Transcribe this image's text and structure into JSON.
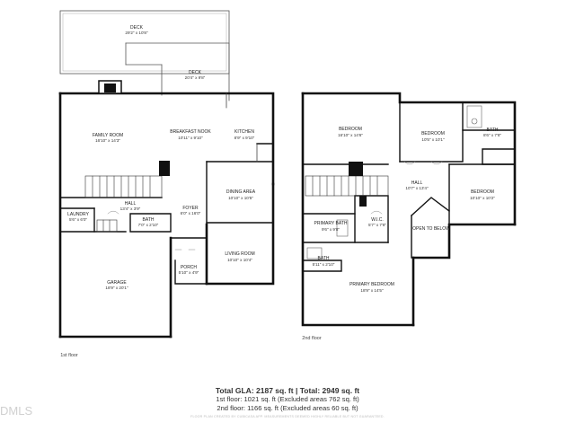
{
  "floor1": {
    "label": "1st floor",
    "rooms": {
      "deck_top": {
        "name": "DECK",
        "dims": "29'2\" x 10'8\""
      },
      "deck_mid": {
        "name": "DECK",
        "dims": "20'4\" x 9'8\""
      },
      "family": {
        "name": "FAMILY ROOM",
        "dims": "16'10\" x 14'3\""
      },
      "breakfast": {
        "name": "BREAKFAST NOOK",
        "dims": "10'11\" x 9'10\""
      },
      "kitchen": {
        "name": "KITCHEN",
        "dims": "8'9\" x 9'10\""
      },
      "dining": {
        "name": "DINING AREA",
        "dims": "10'10\" x 10'5\""
      },
      "hall": {
        "name": "HALL",
        "dims": "13'4\" x 3'9\""
      },
      "laundry": {
        "name": "LAUNDRY",
        "dims": "5'6\" x 6'0\""
      },
      "bath": {
        "name": "BATH",
        "dims": "7'0\" x 2'10\""
      },
      "foyer": {
        "name": "FOYER",
        "dims": "6'0\" x 16'0\""
      },
      "living": {
        "name": "LIVING ROOM",
        "dims": "10'10\" x 10'4\""
      },
      "porch": {
        "name": "PORCH",
        "dims": "5'10\" x 4'9\""
      },
      "garage": {
        "name": "GARAGE",
        "dims": "18'9\" x 20'1\""
      }
    }
  },
  "floor2": {
    "label": "2nd floor",
    "rooms": {
      "bed1": {
        "name": "BEDROOM",
        "dims": "16'10\" x 14'6\""
      },
      "bed2": {
        "name": "BEDROOM",
        "dims": "10'5\" x 10'1\""
      },
      "bath": {
        "name": "BATH",
        "dims": "8'6\" x 7'8\""
      },
      "hall": {
        "name": "HALL",
        "dims": "10'7\" x 13'4\""
      },
      "bed3": {
        "name": "BEDROOM",
        "dims": "10'10\" x 10'2\""
      },
      "pbath": {
        "name": "PRIMARY BATH",
        "dims": "9'6\" x 9'8\""
      },
      "wic": {
        "name": "W.I.C.",
        "dims": "5'7\" x 7'8\""
      },
      "open": {
        "name": "OPEN TO BELOW",
        "dims": ""
      },
      "bath2": {
        "name": "BATH",
        "dims": "5'11\" x 2'10\""
      },
      "pbed": {
        "name": "PRIMARY BEDROOM",
        "dims": "18'9\" x 14'5\""
      }
    }
  },
  "totals": {
    "headline": "Total GLA: 2187 sq. ft | Total: 2949 sq. ft",
    "floor1": "1st floor: 1021 sq. ft (Excluded areas 762 sq. ft)",
    "floor2": "2nd floor: 1166 sq. ft (Excluded areas 60 sq. ft)",
    "disclaimer": "FLOOR PLAN CREATED BY CUBICASA APP. MEASUREMENTS DEEMED HIGHLY RELIABLE BUT NOT GUARANTEED."
  },
  "watermark": "DMLS"
}
